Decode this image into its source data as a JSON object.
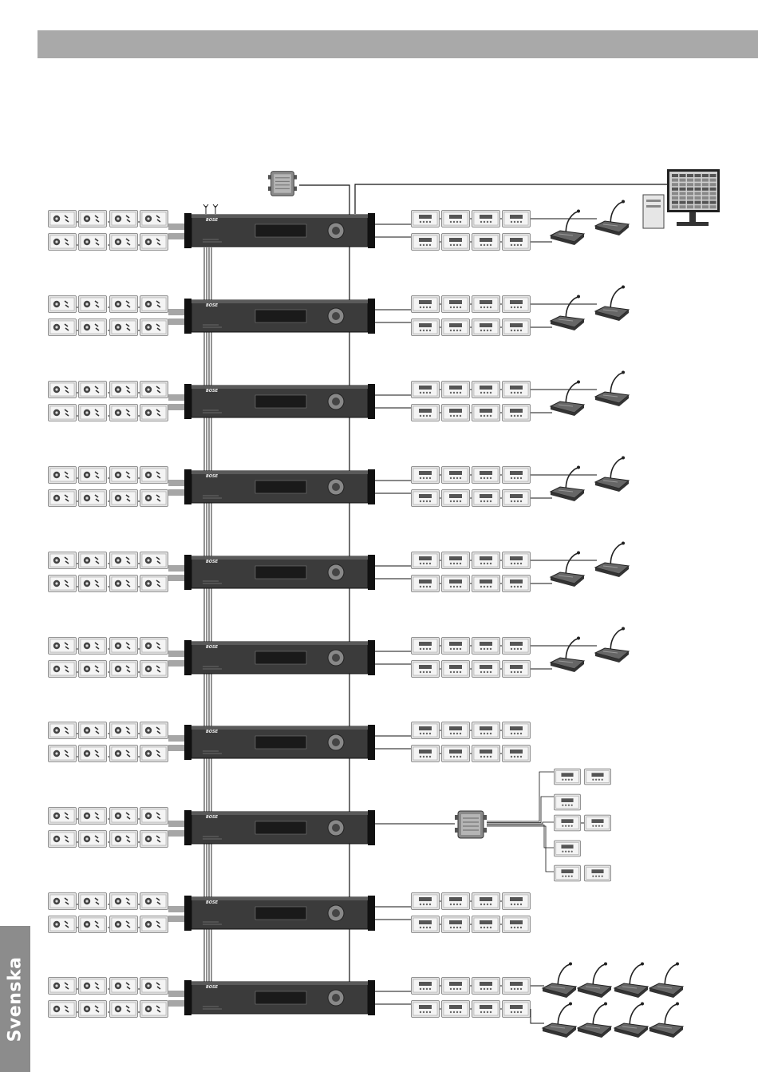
{
  "header": {
    "title": ""
  },
  "side_tab": {
    "label": "Svenska"
  },
  "diagram": {
    "rack_brand": "BOSE",
    "rack_count": 10,
    "rows": [
      {
        "right": "paging_stations_2"
      },
      {
        "right": "paging_stations_2"
      },
      {
        "right": "paging_stations_2"
      },
      {
        "right": "paging_stations_2"
      },
      {
        "right": "paging_stations_2"
      },
      {
        "right": "paging_stations_2"
      },
      {
        "right": "none"
      },
      {
        "right": "expander"
      },
      {
        "right": "none"
      },
      {
        "right": "paging_stations_8"
      }
    ],
    "icons": {
      "volume_panel": "rotary-volume-panel-icon",
      "control_panel": "display-control-panel-icon",
      "rack_unit": "rack-amplifier-icon",
      "paging_mic": "desktop-paging-microphone-icon",
      "expander": "network-expander-icon",
      "computer": "computer-monitor-icon"
    },
    "colors": {
      "header": "#a9a9a9",
      "tab": "#8c8c8c",
      "line": "#111111",
      "rack": "#3a3a3a",
      "panel": "#dcdcdc"
    }
  }
}
